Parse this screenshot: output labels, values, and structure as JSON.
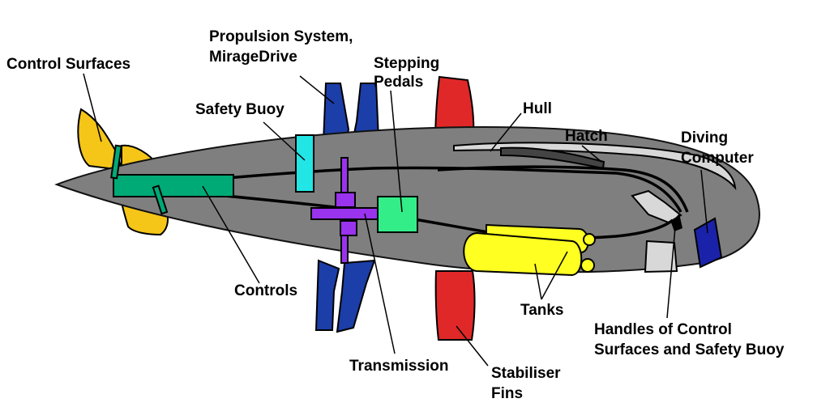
{
  "labels": {
    "control_surfaces": "Control Surfaces",
    "propulsion_line1": "Propulsion  System,",
    "propulsion_line2": "MirageDrive",
    "stepping_line1": "Stepping",
    "stepping_line2": "Pedals",
    "safety_buoy": "Safety Buoy",
    "hull": "Hull",
    "hatch": "Hatch",
    "diving_line1": "Diving",
    "diving_line2": "Computer",
    "controls": "Controls",
    "tanks": "Tanks",
    "handles_line1": "Handles of Control",
    "handles_line2": "Surfaces and Safety Buoy",
    "transmission": "Transmission",
    "stabiliser_line1": "Stabiliser",
    "stabiliser_line2": "Fins"
  },
  "colors": {
    "hull": "#7f7f7f",
    "hull_stroke": "#111111",
    "control_surfaces": "#f5c518",
    "propulsion": "#1c3ea8",
    "stabiliser_fins": "#e02828",
    "controls": "#00aa77",
    "safety_buoy": "#22e6e6",
    "stepping_pedals": "#33ee88",
    "transmission": "#9933ee",
    "tanks": "#ffff22",
    "diving_computer": "#1a22aa",
    "windows": "#d8d8d8",
    "hatch": "#444444"
  }
}
